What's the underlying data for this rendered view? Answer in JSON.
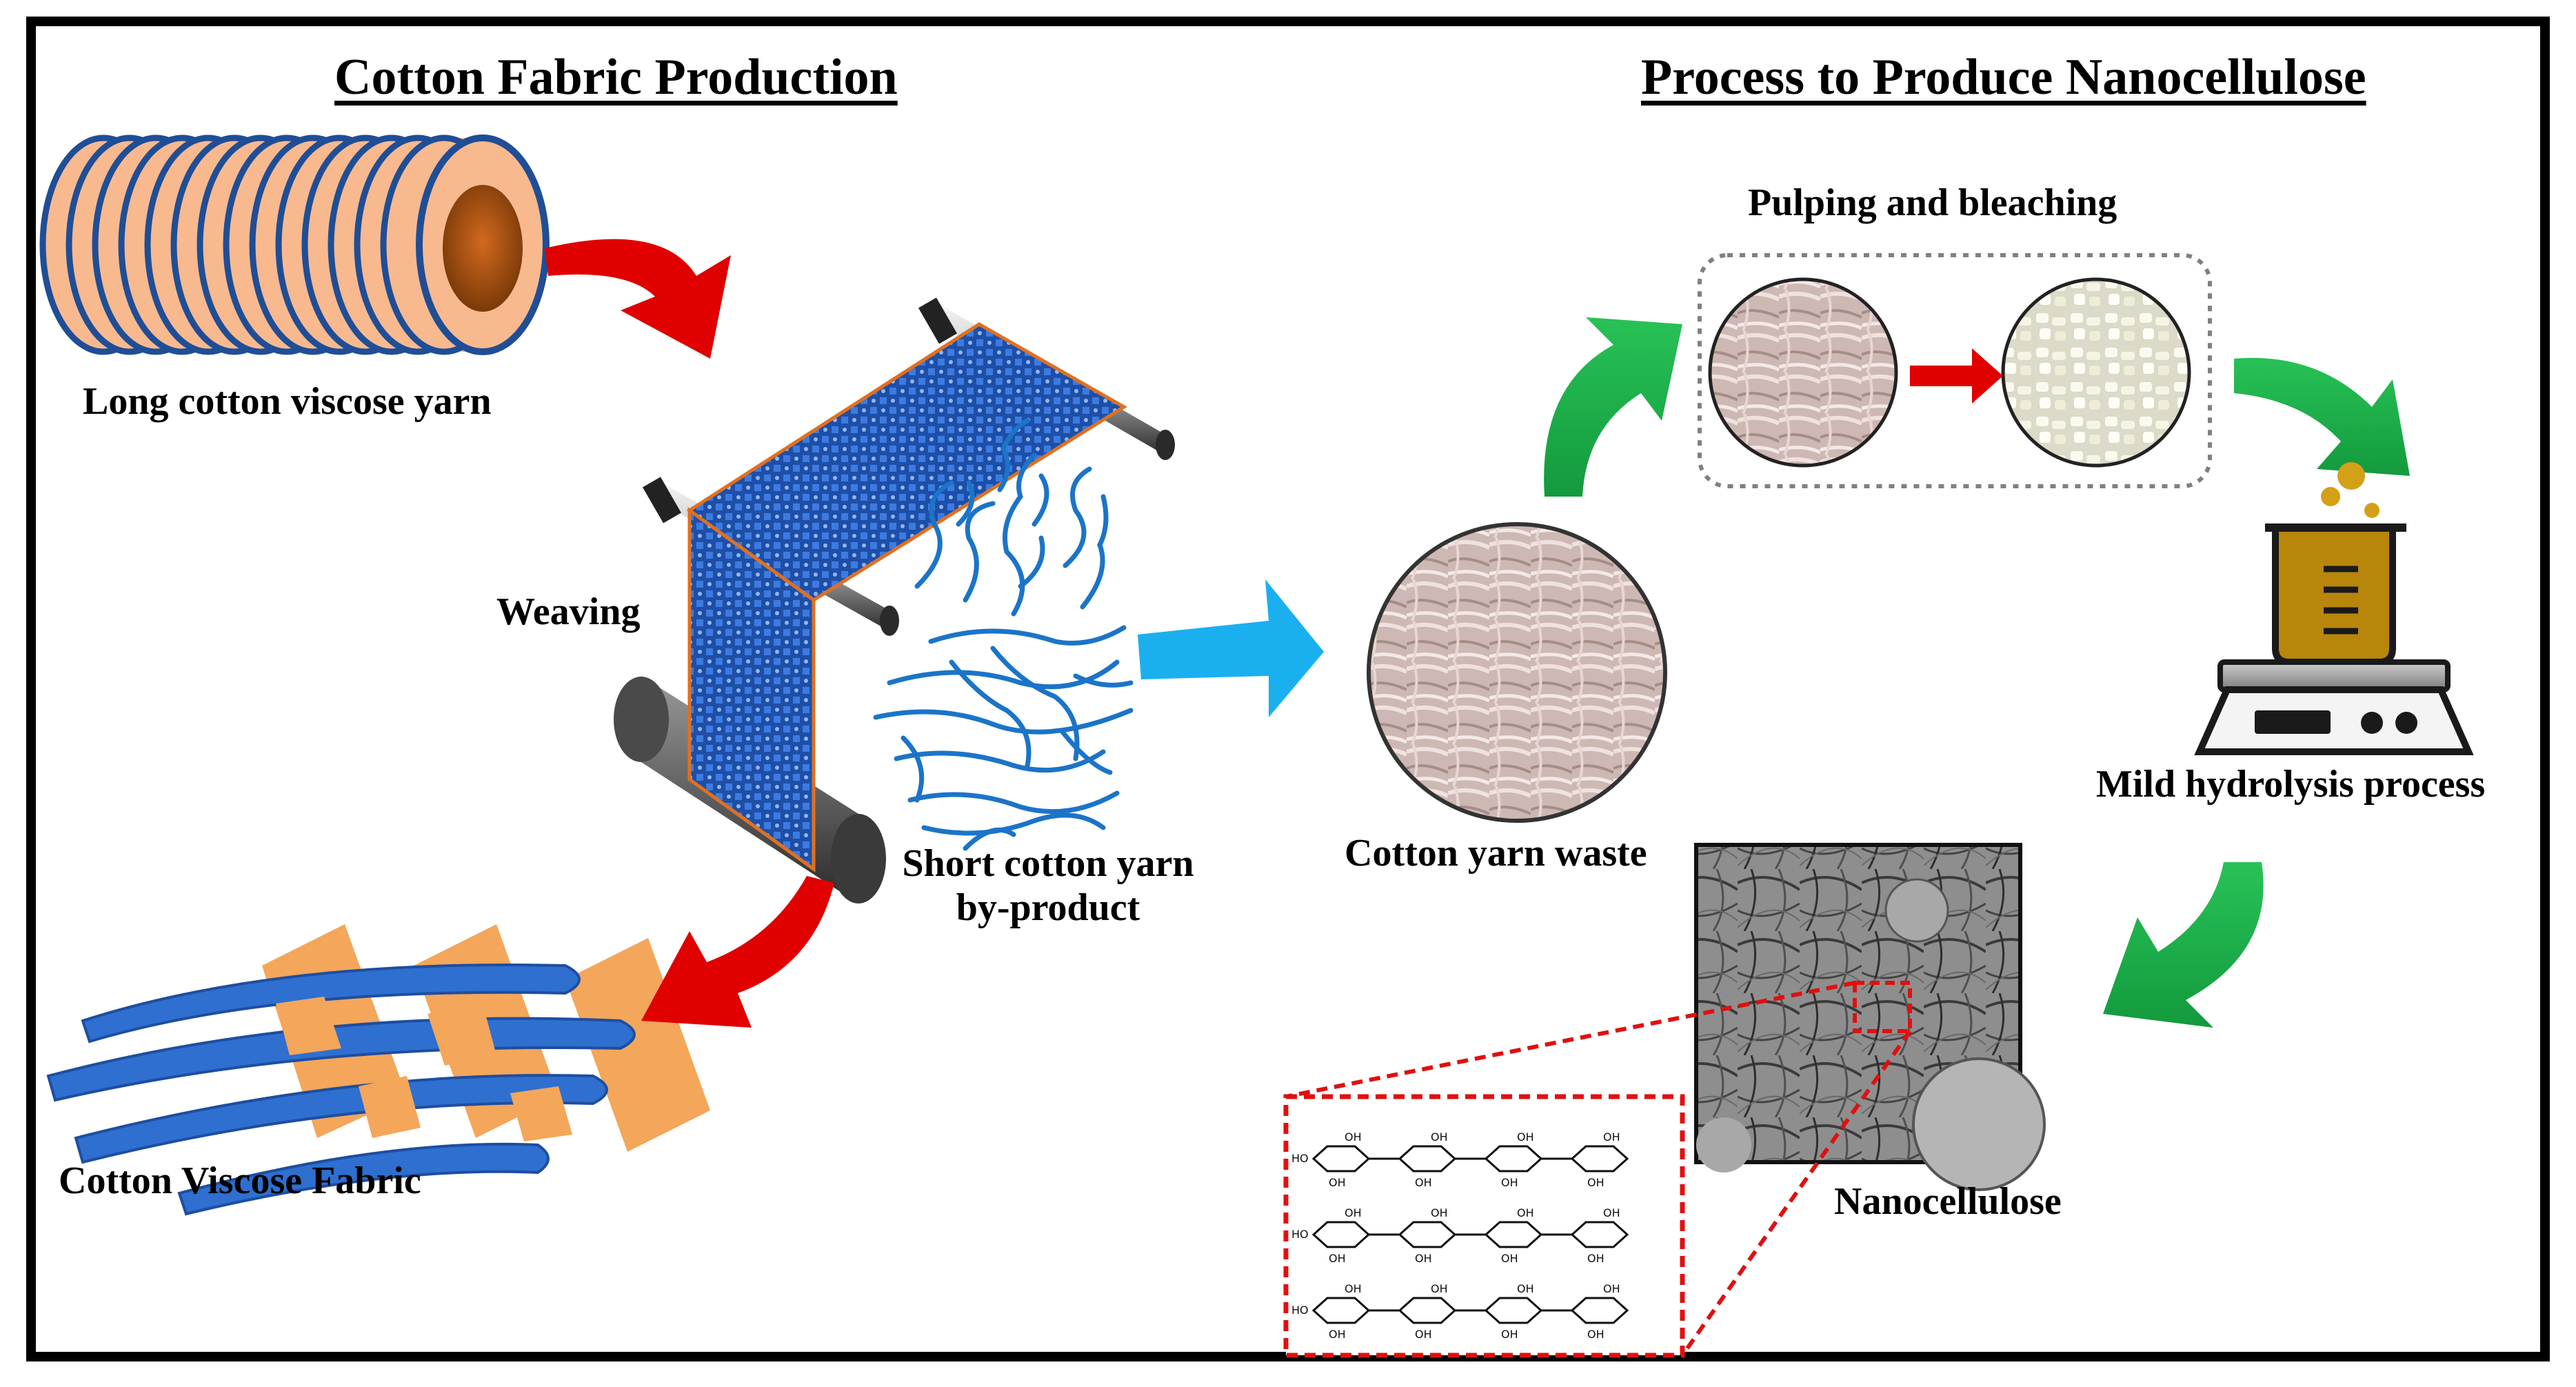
{
  "headings": {
    "left": "Cotton Fabric Production",
    "right": "Process to Produce Nanocellulose"
  },
  "captions": {
    "long_yarn": "Long cotton viscose yarn",
    "weaving": "Weaving",
    "short_yarn_line1": "Short cotton yarn",
    "short_yarn_line2": "by-product",
    "fabric": "Cotton Viscose Fabric",
    "yarn_waste": "Cotton yarn waste",
    "pulping": "Pulping and bleaching",
    "hydrolysis": "Mild hydrolysis process",
    "nanocellulose": "Nanocellulose"
  },
  "molecule_labels": {
    "hydroxyl": "OH",
    "ho": "HO"
  },
  "colors": {
    "red_arrow": "#e00000",
    "green_arrow": "#1db34a",
    "blue_arrow": "#1ab0f0",
    "yarn_orange": "#f8b98f",
    "yarn_blue": "#2a5faa",
    "fabric_blue": "#2e6fd0",
    "fabric_orange": "#f4a65a",
    "beaker": "#b8860b",
    "dashed_red": "#e01010"
  }
}
